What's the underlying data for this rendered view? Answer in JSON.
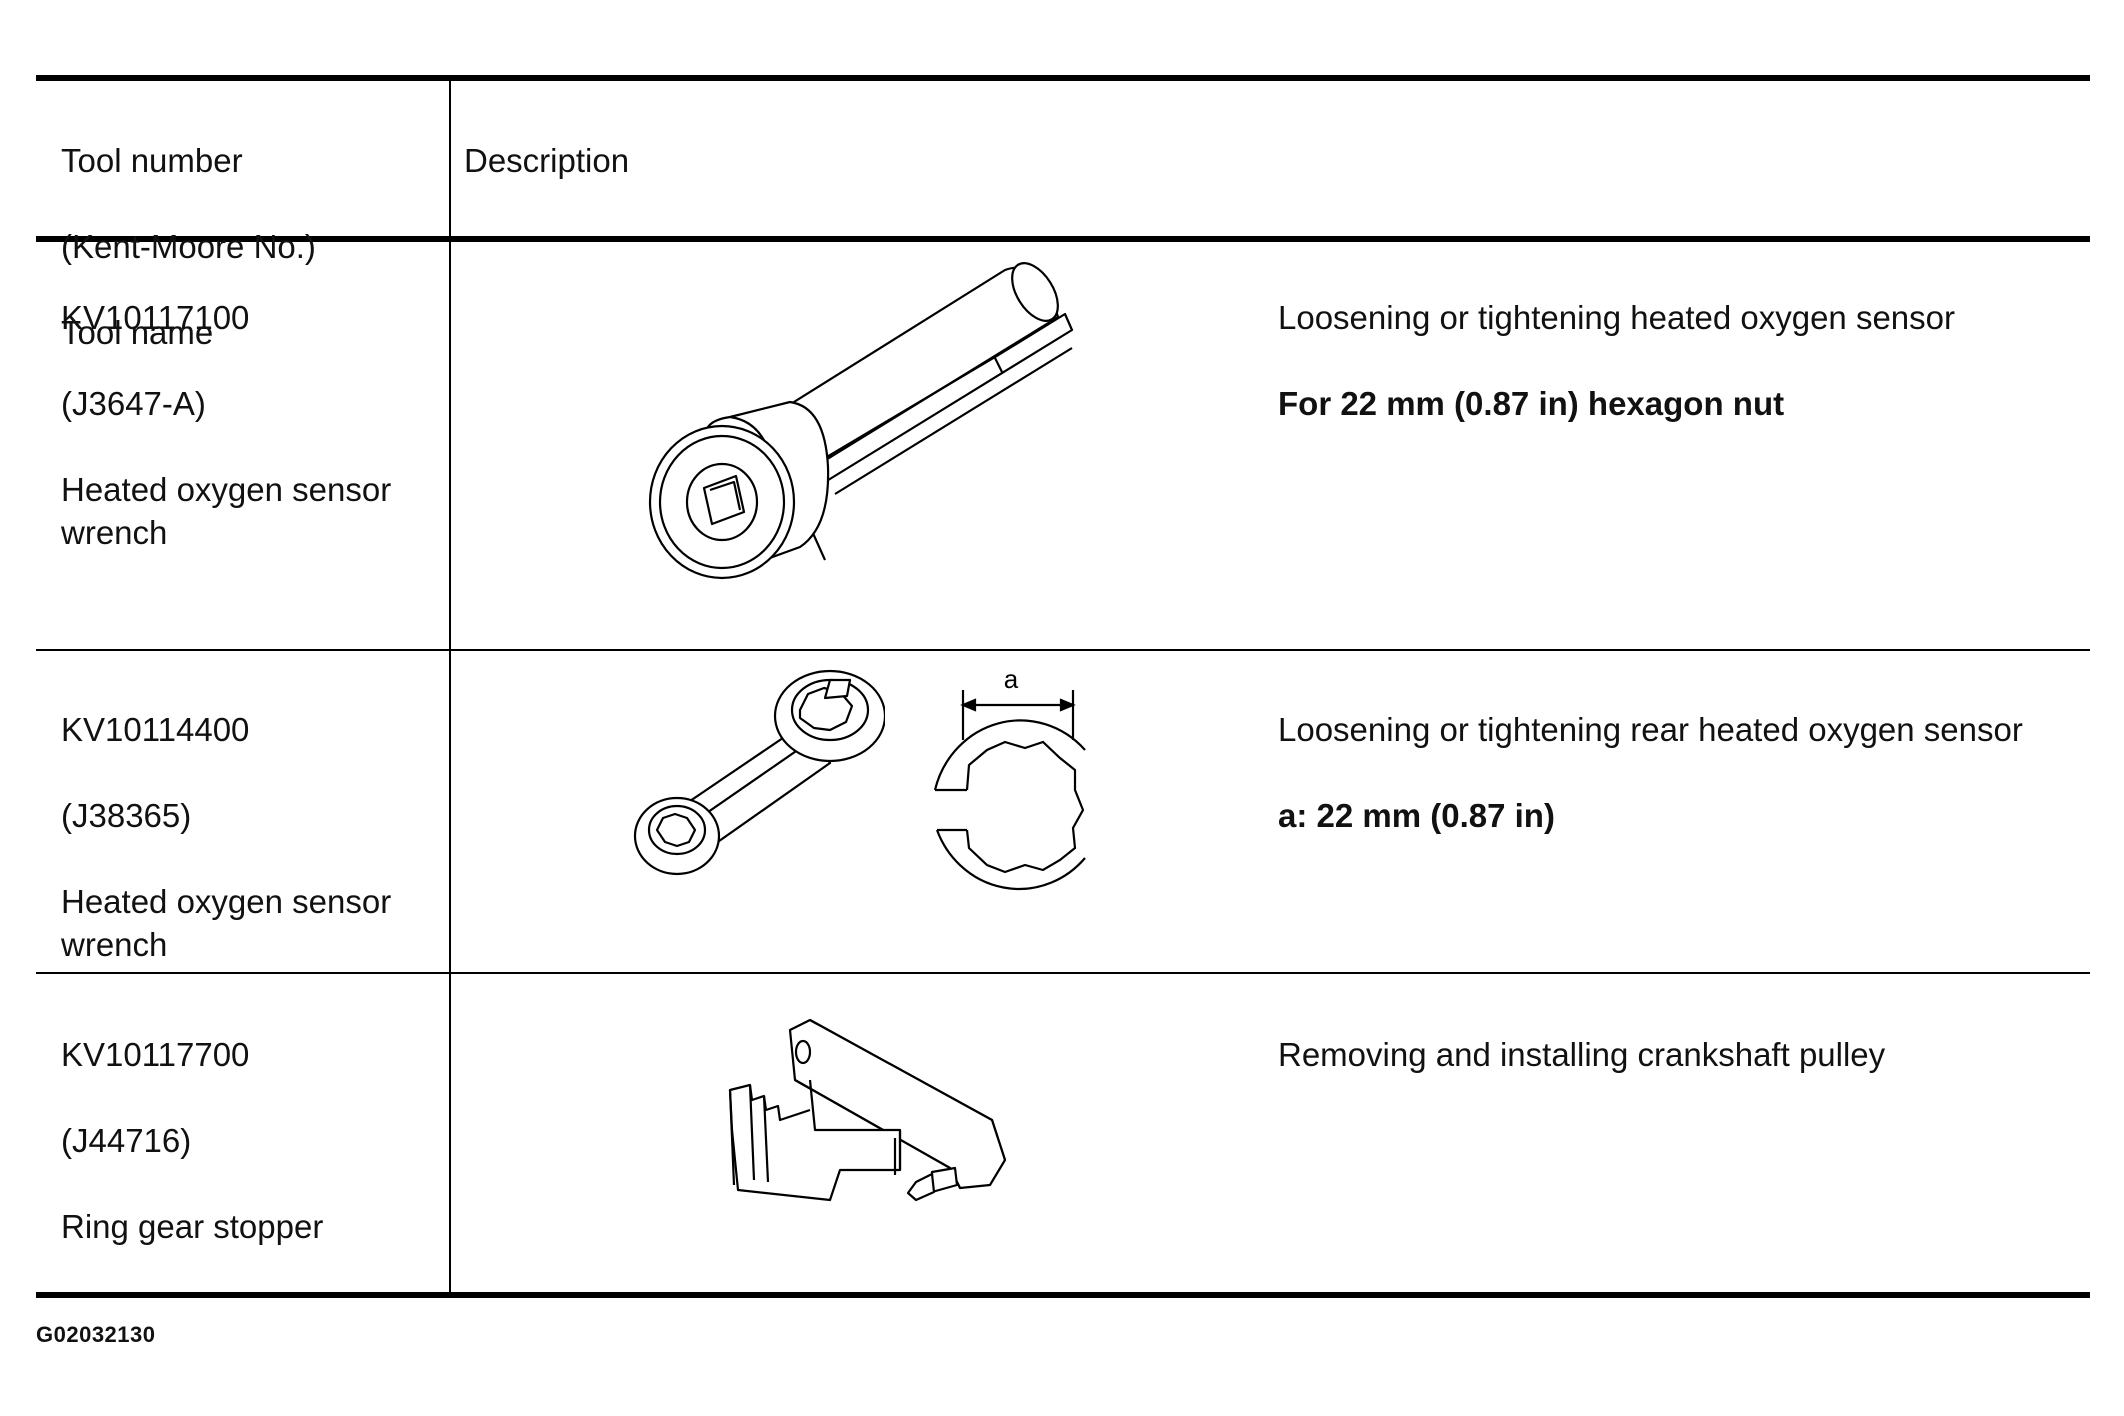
{
  "header": {
    "col1_lines": [
      "Tool number",
      "(Kent-Moore No.)",
      "Tool name"
    ],
    "col2": "Description"
  },
  "rows": [
    {
      "tool_number": "KV10117100",
      "kent_moore": "(J3647-A)",
      "tool_name": "Heated oxygen sensor wrench",
      "illustration": "oxygen-sensor-socket-wrench",
      "description": "Loosening or tightening heated oxygen sensor",
      "spec": "For 22 mm (0.87 in) hexagon nut"
    },
    {
      "tool_number": "KV10114400",
      "kent_moore": "(J38365)",
      "tool_name": "Heated oxygen sensor wrench",
      "illustration": "flare-nut-oxygen-sensor-wrench",
      "dimension_label": "a",
      "description": "Loosening or tightening rear heated oxygen sensor",
      "spec": "a: 22 mm (0.87 in)"
    },
    {
      "tool_number": "KV10117700",
      "kent_moore": "(J44716)",
      "tool_name": "Ring gear stopper",
      "illustration": "ring-gear-stopper",
      "description": "Removing and installing crankshaft pulley",
      "spec": ""
    }
  ],
  "figure_code": "G02032130"
}
